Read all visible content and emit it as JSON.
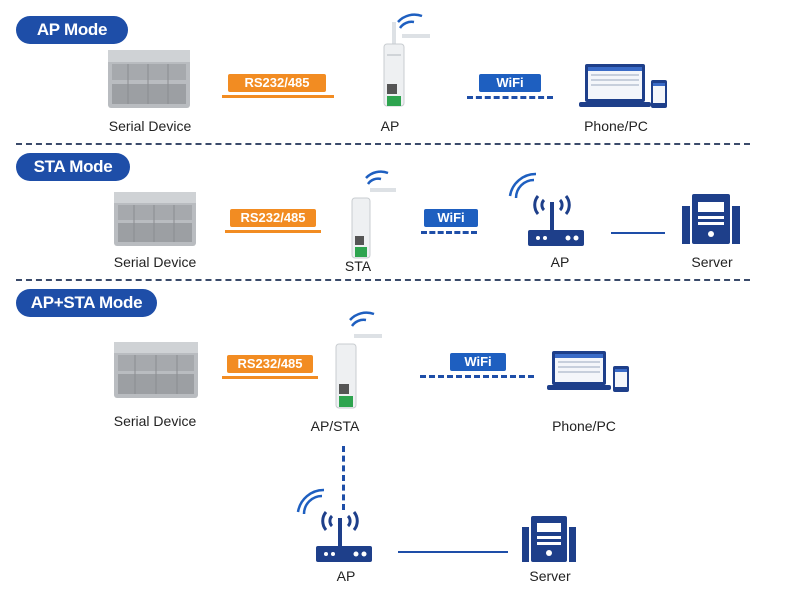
{
  "sections": {
    "ap_mode": {
      "title": "AP Mode",
      "serial_device": "Serial Device",
      "link1": "RS232/485",
      "module": "AP",
      "link2": "WiFi",
      "client": "Phone/PC"
    },
    "sta_mode": {
      "title": "STA Mode",
      "serial_device": "Serial Device",
      "link1": "RS232/485",
      "module": "STA",
      "link2": "WiFi",
      "router": "AP",
      "server": "Server"
    },
    "apsta_mode": {
      "title": "AP+STA Mode",
      "serial_device": "Serial Device",
      "link1": "RS232/485",
      "module": "AP/STA",
      "link2": "WiFi",
      "client": "Phone/PC",
      "router": "AP",
      "server": "Server"
    }
  },
  "colors": {
    "primary": "#1e4ea8",
    "rs_link": "#f28c22",
    "wifi_tag": "#1e5fc0",
    "separator": "#3a4a6a"
  },
  "icons": [
    "plc-device-icon",
    "wifi-module-icon",
    "wifi-signal-icon",
    "laptop-icon",
    "phone-icon",
    "router-icon",
    "server-icon"
  ]
}
